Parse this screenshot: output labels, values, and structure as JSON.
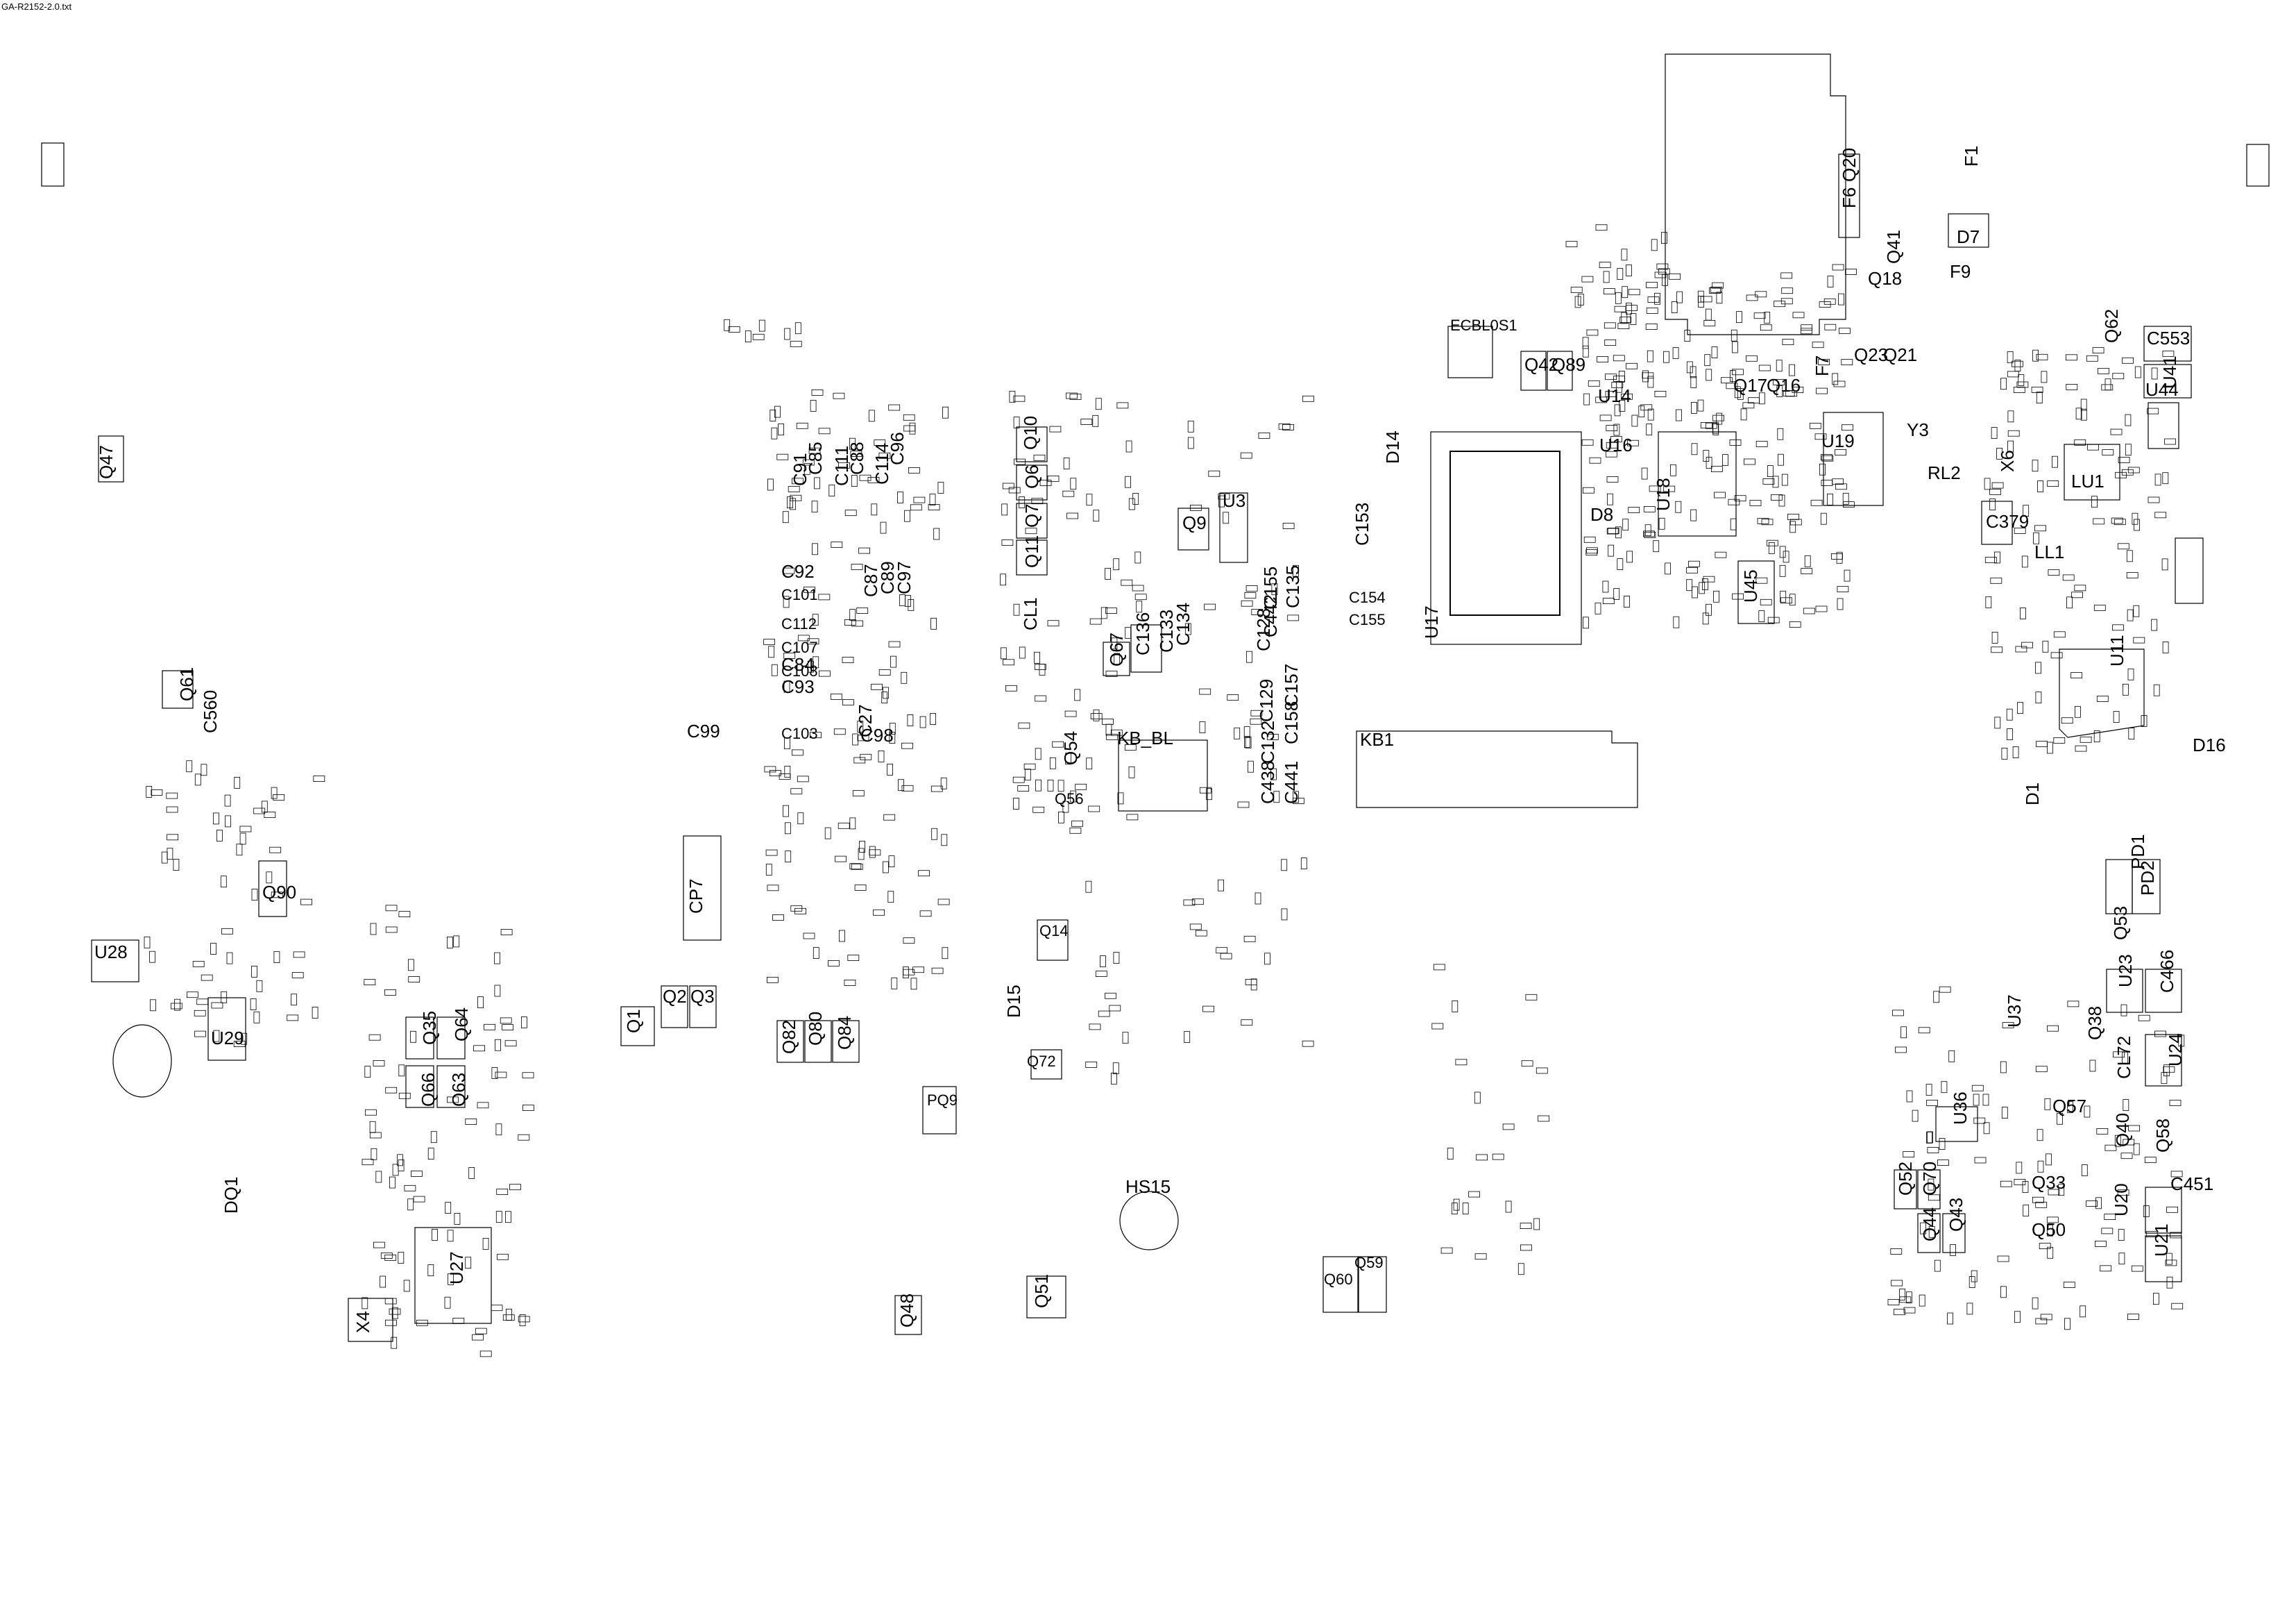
{
  "document_title": "GA-R2152-2.0.txt",
  "components": [
    {
      "ref": "F1"
    },
    {
      "ref": "F6"
    },
    {
      "ref": "D7"
    },
    {
      "ref": "F9"
    },
    {
      "ref": "Q20"
    },
    {
      "ref": "Q18"
    },
    {
      "ref": "Q41"
    },
    {
      "ref": "Q23"
    },
    {
      "ref": "Q21"
    },
    {
      "ref": "Q62"
    },
    {
      "ref": "C553"
    },
    {
      "ref": "U44"
    },
    {
      "ref": "U41"
    },
    {
      "ref": "LU1"
    },
    {
      "ref": "X6"
    },
    {
      "ref": "C379"
    },
    {
      "ref": "LL1"
    },
    {
      "ref": "Q42"
    },
    {
      "ref": "Q89"
    },
    {
      "ref": "U14"
    },
    {
      "ref": "U16"
    },
    {
      "ref": "D8"
    },
    {
      "ref": "U18"
    },
    {
      "ref": "Q17"
    },
    {
      "ref": "Q16"
    },
    {
      "ref": "F7"
    },
    {
      "ref": "U19"
    },
    {
      "ref": "Y3"
    },
    {
      "ref": "RL2"
    },
    {
      "ref": "U45"
    },
    {
      "ref": "U17"
    },
    {
      "ref": "D14"
    },
    {
      "ref": "C153"
    },
    {
      "ref": "C154"
    },
    {
      "ref": "C155"
    },
    {
      "ref": "KB1"
    },
    {
      "ref": "U11"
    },
    {
      "ref": "D16"
    },
    {
      "ref": "D1"
    },
    {
      "ref": "PD1"
    },
    {
      "ref": "PD2"
    },
    {
      "ref": "Q53"
    },
    {
      "ref": "C466"
    },
    {
      "ref": "U23"
    },
    {
      "ref": "U37"
    },
    {
      "ref": "Q38"
    },
    {
      "ref": "CL72"
    },
    {
      "ref": "U24"
    },
    {
      "ref": "Q57"
    },
    {
      "ref": "U36"
    },
    {
      "ref": "Q40"
    },
    {
      "ref": "Q58"
    },
    {
      "ref": "C451"
    },
    {
      "ref": "Q52"
    },
    {
      "ref": "Q70"
    },
    {
      "ref": "Q33"
    },
    {
      "ref": "U20"
    },
    {
      "ref": "Q50"
    },
    {
      "ref": "Q44"
    },
    {
      "ref": "Q43"
    },
    {
      "ref": "U21"
    },
    {
      "ref": "Q10"
    },
    {
      "ref": "Q6"
    },
    {
      "ref": "Q7"
    },
    {
      "ref": "Q11"
    },
    {
      "ref": "U3"
    },
    {
      "ref": "Q9"
    },
    {
      "ref": "CL1"
    },
    {
      "ref": "C136"
    },
    {
      "ref": "C133"
    },
    {
      "ref": "C134"
    },
    {
      "ref": "Q67"
    },
    {
      "ref": "KB_BL"
    },
    {
      "ref": "C135"
    },
    {
      "ref": "C155"
    },
    {
      "ref": "C442"
    },
    {
      "ref": "C128"
    },
    {
      "ref": "C157"
    },
    {
      "ref": "C129"
    },
    {
      "ref": "C158"
    },
    {
      "ref": "C132"
    },
    {
      "ref": "C438"
    },
    {
      "ref": "C441"
    },
    {
      "ref": "C92"
    },
    {
      "ref": "C101"
    },
    {
      "ref": "C112"
    },
    {
      "ref": "C107"
    },
    {
      "ref": "C108"
    },
    {
      "ref": "C87"
    },
    {
      "ref": "C89"
    },
    {
      "ref": "C97"
    },
    {
      "ref": "C84"
    },
    {
      "ref": "C93"
    },
    {
      "ref": "C103"
    },
    {
      "ref": "C98"
    },
    {
      "ref": "C27"
    },
    {
      "ref": "C99"
    },
    {
      "ref": "CP7"
    },
    {
      "ref": "C85"
    },
    {
      "ref": "C91"
    },
    {
      "ref": "C88"
    },
    {
      "ref": "C111"
    },
    {
      "ref": "C96"
    },
    {
      "ref": "C114"
    },
    {
      "ref": "Q47"
    },
    {
      "ref": "Q61"
    },
    {
      "ref": "C560"
    },
    {
      "ref": "Q90"
    },
    {
      "ref": "U28"
    },
    {
      "ref": "U29"
    },
    {
      "ref": "Q35"
    },
    {
      "ref": "Q64"
    },
    {
      "ref": "Q66"
    },
    {
      "ref": "Q63"
    },
    {
      "ref": "Q1"
    },
    {
      "ref": "Q2"
    },
    {
      "ref": "Q3"
    },
    {
      "ref": "Q82"
    },
    {
      "ref": "Q80"
    },
    {
      "ref": "Q84"
    },
    {
      "ref": "PQ9"
    },
    {
      "ref": "Q14"
    },
    {
      "ref": "D15"
    },
    {
      "ref": "Q72"
    },
    {
      "ref": "HS15"
    },
    {
      "ref": "Q51"
    },
    {
      "ref": "Q48"
    },
    {
      "ref": "Q60"
    },
    {
      "ref": "Q59"
    },
    {
      "ref": "U27"
    },
    {
      "ref": "X4"
    },
    {
      "ref": "DQ1"
    },
    {
      "ref": "Q54"
    },
    {
      "ref": "ECBL0S1"
    },
    {
      "ref": "Q56"
    }
  ]
}
